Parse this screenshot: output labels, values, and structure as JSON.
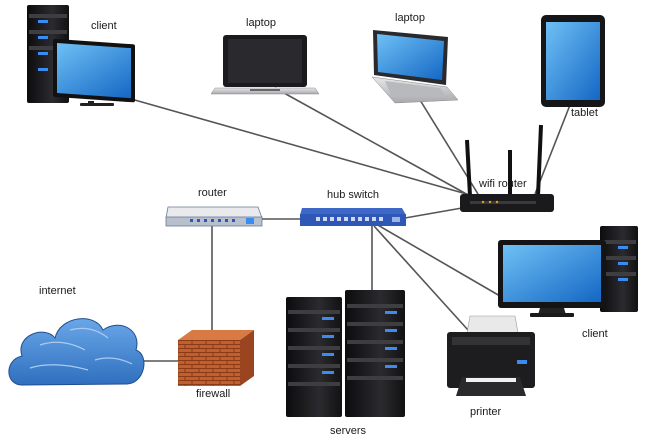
{
  "labels": {
    "client_top": "client",
    "laptop_1": "laptop",
    "laptop_2": "laptop",
    "tablet": "tablet",
    "wifi_router": "wifi router",
    "router": "router",
    "hub_switch": "hub switch",
    "internet": "internet",
    "firewall": "firewall",
    "servers": "servers",
    "printer": "printer",
    "client_bottom": "client"
  },
  "nodes": [
    {
      "id": "client_top",
      "icon": "desktop-tower-monitor-icon"
    },
    {
      "id": "laptop_1",
      "icon": "laptop-icon"
    },
    {
      "id": "laptop_2",
      "icon": "laptop-icon"
    },
    {
      "id": "tablet",
      "icon": "tablet-icon"
    },
    {
      "id": "wifi_router",
      "icon": "wifi-router-icon"
    },
    {
      "id": "router",
      "icon": "router-icon"
    },
    {
      "id": "hub_switch",
      "icon": "network-switch-icon"
    },
    {
      "id": "internet",
      "icon": "cloud-icon"
    },
    {
      "id": "firewall",
      "icon": "brick-wall-icon"
    },
    {
      "id": "servers",
      "icon": "server-rack-icon"
    },
    {
      "id": "printer",
      "icon": "printer-icon"
    },
    {
      "id": "client_bottom",
      "icon": "desktop-tower-monitor-icon"
    }
  ],
  "edges": [
    [
      "client_top",
      "wifi_router"
    ],
    [
      "laptop_1",
      "wifi_router"
    ],
    [
      "laptop_2",
      "wifi_router"
    ],
    [
      "tablet",
      "wifi_router"
    ],
    [
      "wifi_router",
      "hub_switch"
    ],
    [
      "router",
      "hub_switch"
    ],
    [
      "router",
      "firewall"
    ],
    [
      "internet",
      "firewall"
    ],
    [
      "hub_switch",
      "servers"
    ],
    [
      "hub_switch",
      "printer"
    ],
    [
      "hub_switch",
      "client_bottom"
    ]
  ],
  "colors": {
    "line": "#555555",
    "screen": "#2a8ad8",
    "device_dark": "#1c1c1e",
    "switch_blue": "#2f57b5",
    "cloud": "#4d8ed6",
    "brick": "#b8582a",
    "server_light": "#3b8cf0"
  }
}
